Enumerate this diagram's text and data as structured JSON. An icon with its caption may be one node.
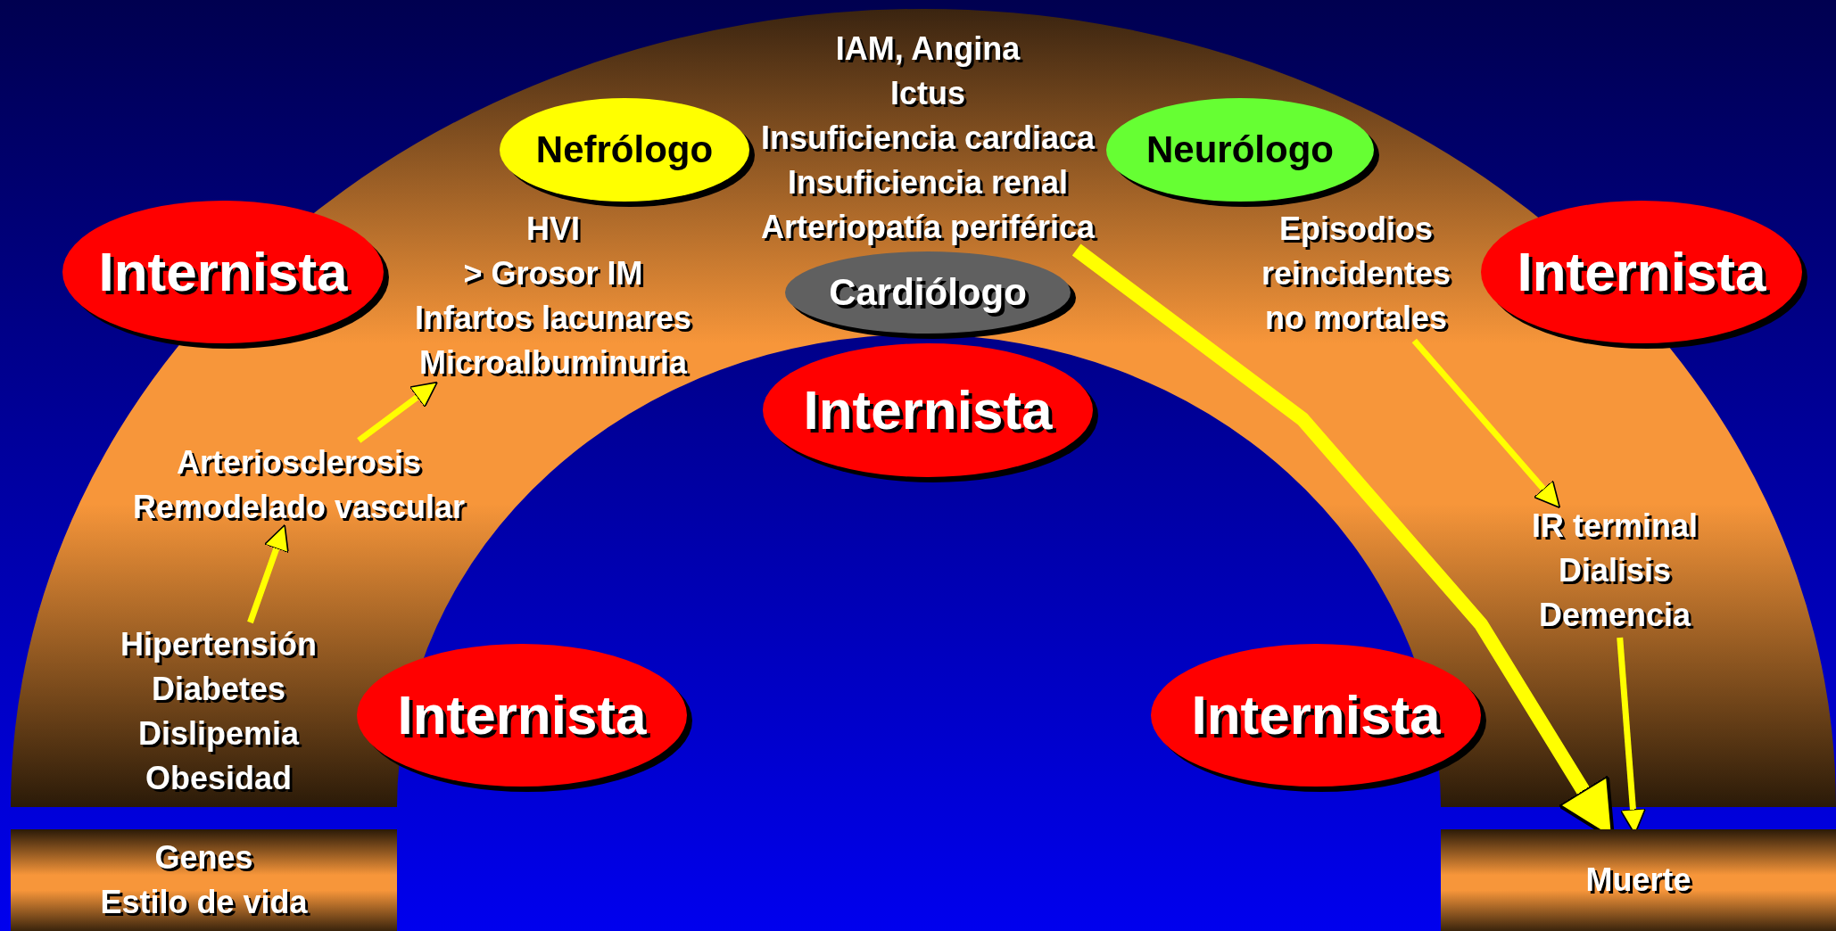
{
  "diagram": {
    "nodes": [
      {
        "text": [
          "IAM, Angina",
          "Ictus",
          "Insuficiencia cardiaca",
          "Insuficiencia renal",
          "Arteriopatía periférica"
        ]
      },
      {
        "text": [
          "Nefrólogo"
        ]
      },
      {
        "text": [
          "Neurólogo"
        ]
      },
      {
        "text": [
          "HVI",
          "> Grosor IM",
          "Infartos lacunares",
          "Microalbuminuria"
        ]
      },
      {
        "text": [
          "Cardiólogo"
        ]
      },
      {
        "text": [
          "Internista"
        ]
      },
      {
        "text": [
          "Internista"
        ]
      },
      {
        "text": [
          "Episodios",
          "reincidentes",
          "no mortales"
        ]
      },
      {
        "text": [
          "Internista"
        ]
      },
      {
        "text": [
          "Arteriosclerosis",
          "Remodelado vascular"
        ]
      },
      {
        "text": [
          "IR terminal",
          "Dialisis",
          "Demencia"
        ]
      },
      {
        "text": [
          "Hipertensión",
          "Diabetes",
          "Dislipemia",
          "Obesidad"
        ]
      },
      {
        "text": [
          "Internista"
        ]
      },
      {
        "text": [
          "Internista"
        ]
      },
      {
        "text": [
          "Genes",
          "Estilo de vida"
        ]
      },
      {
        "text": [
          "Muerte"
        ]
      }
    ],
    "edges": [
      {
        "from": 11,
        "to": 9,
        "arrow": "to"
      },
      {
        "from": 9,
        "to": 3,
        "arrow": "to"
      },
      {
        "from": 0,
        "to": 15,
        "arrow": "to",
        "style": "thick"
      },
      {
        "from": 7,
        "to": 10,
        "arrow": "to"
      },
      {
        "from": 10,
        "to": 15,
        "arrow": "to"
      }
    ]
  }
}
